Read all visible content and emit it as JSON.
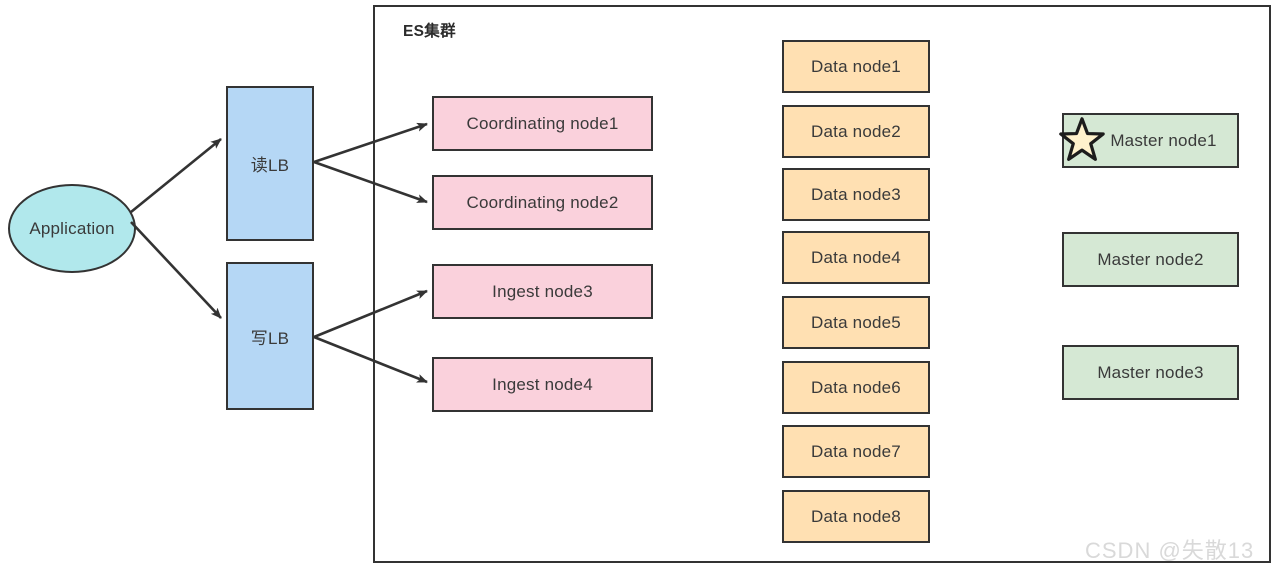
{
  "diagram": {
    "title": "ES集群",
    "watermark": "CSDN @失散13"
  },
  "client": {
    "application_label": "Application"
  },
  "load_balancers": [
    {
      "id": "lb-read",
      "label": "读LB"
    },
    {
      "id": "lb-write",
      "label": "写LB"
    }
  ],
  "coordinating_nodes": [
    {
      "label": "Coordinating node1"
    },
    {
      "label": "Coordinating node2"
    }
  ],
  "ingest_nodes": [
    {
      "label": "Ingest node3"
    },
    {
      "label": "Ingest node4"
    }
  ],
  "data_nodes": [
    {
      "label": "Data node1"
    },
    {
      "label": "Data node2"
    },
    {
      "label": "Data node3"
    },
    {
      "label": "Data node4"
    },
    {
      "label": "Data node5"
    },
    {
      "label": "Data node6"
    },
    {
      "label": "Data node7"
    },
    {
      "label": "Data node8"
    }
  ],
  "master_nodes": [
    {
      "label": "Master node1",
      "active": true,
      "icon": "star-icon"
    },
    {
      "label": "Master node2",
      "active": false
    },
    {
      "label": "Master node3",
      "active": false
    }
  ],
  "colors": {
    "application_fill": "#B1E8EC",
    "lb_fill": "#B5D7F5",
    "coordinating_fill": "#FAD1DC",
    "ingest_fill": "#FAD1DC",
    "data_fill": "#FFE0B2",
    "master_fill": "#D5E8D4",
    "star_fill": "#FFF2CC",
    "stroke": "#333333",
    "text": "#3a3a3a",
    "watermark": "#d9d9d9"
  }
}
